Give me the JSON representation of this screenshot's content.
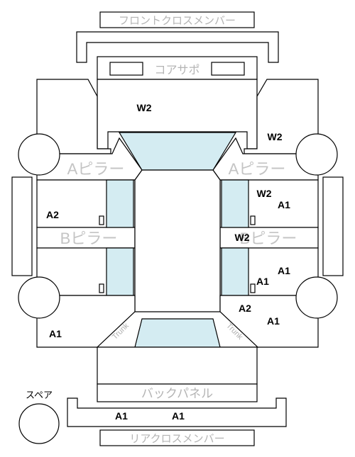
{
  "labels": {
    "front_cross_member": "フロントクロスメンバー",
    "core_support": "コアサポ",
    "a_pillar": "Aピラー",
    "b_pillar": "Bピラー",
    "back_panel": "バックパネル",
    "rear_cross_member": "リアクロスメンバー",
    "spare": "スペア",
    "trunk": "Trunk"
  },
  "damage_codes": {
    "hood": "W2",
    "front_right_fender": "W2",
    "front_right_door_1": "W2",
    "front_right_door_2": "A1",
    "right_b_pillar": "W2",
    "rear_right_door_1": "A1",
    "rear_right_door_2": "A1",
    "rear_right_quarter_1": "A2",
    "rear_right_quarter_2": "A1",
    "front_left_door": "A2",
    "rear_left_quarter": "A1",
    "rear_bumper_left": "A1",
    "rear_bumper_right": "A1"
  },
  "colors": {
    "line": "#000000",
    "glass": "#d4ecf2",
    "label_gray": "#b4b4b4"
  }
}
